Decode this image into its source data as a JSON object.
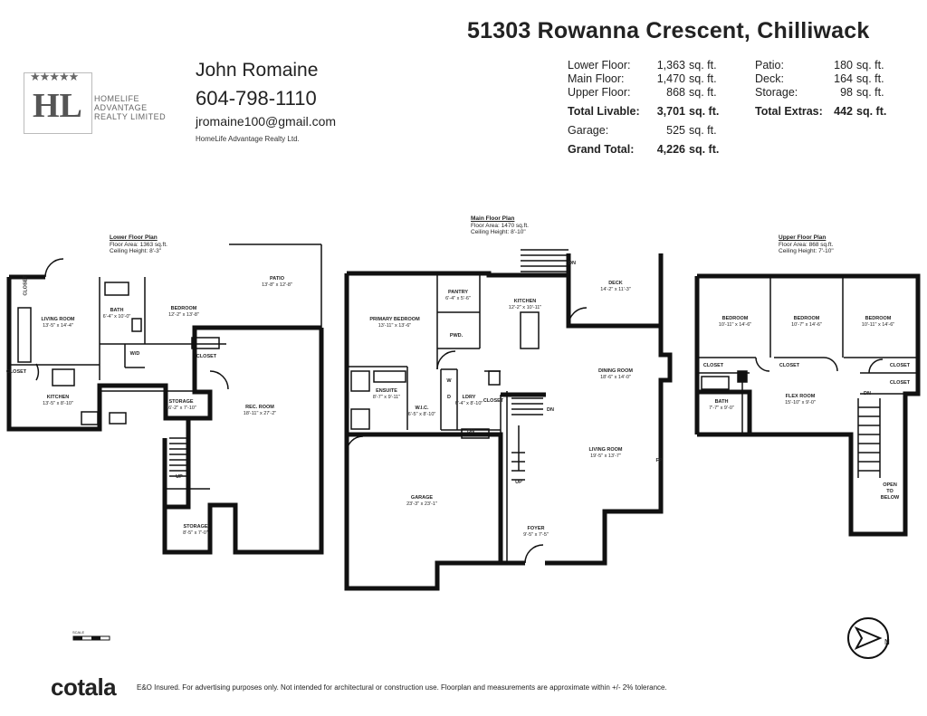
{
  "address": "51303 Rowanna Crescent, Chilliwack",
  "agent": {
    "name": "John Romaine",
    "phone": "604-798-1110",
    "email": "jromaine100@gmail.com",
    "company": "HomeLife Advantage Realty Ltd."
  },
  "logo": {
    "initials": "HL",
    "stars": "★★★★★",
    "line1": "HOMELIFE",
    "line2": "ADVANTAGE",
    "line3": "REALTY LIMITED"
  },
  "areas": {
    "lower": {
      "label": "Lower Floor:",
      "value": "1,363",
      "unit": "sq. ft."
    },
    "main": {
      "label": "Main Floor:",
      "value": "1,470",
      "unit": "sq. ft."
    },
    "upper": {
      "label": "Upper Floor:",
      "value": "868",
      "unit": "sq. ft."
    },
    "total_livable": {
      "label": "Total Livable:",
      "value": "3,701",
      "unit": "sq. ft."
    },
    "garage": {
      "label": "Garage:",
      "value": "525",
      "unit": "sq. ft."
    },
    "grand_total": {
      "label": "Grand Total:",
      "value": "4,226",
      "unit": "sq. ft."
    },
    "patio": {
      "label": "Patio:",
      "value": "180",
      "unit": "sq. ft."
    },
    "deck": {
      "label": "Deck:",
      "value": "164",
      "unit": "sq. ft."
    },
    "storage": {
      "label": "Storage:",
      "value": "98",
      "unit": "sq. ft."
    },
    "total_extras": {
      "label": "Total Extras:",
      "value": "442",
      "unit": "sq. ft."
    }
  },
  "plans": {
    "lower": {
      "heading": "Lower Floor Plan",
      "area": "Floor Area: 1363 sq.ft.",
      "ceiling": "Ceiling Height: 8'-3\""
    },
    "main": {
      "heading": "Main Floor Plan",
      "area": "Floor Area: 1470 sq.ft.",
      "ceiling": "Ceiling Height: 8'-10\""
    },
    "upper": {
      "heading": "Upper Floor Plan",
      "area": "Floor Area: 868 sq.ft.",
      "ceiling": "Ceiling Height: 7'-10\""
    }
  },
  "rooms": {
    "lower": [
      {
        "name": "CLOSET",
        "dim": ""
      },
      {
        "name": "LIVING ROOM",
        "dim": "13'-5\" x 14'-4\""
      },
      {
        "name": "CLOSET",
        "dim": ""
      },
      {
        "name": "KITCHEN",
        "dim": "13'-5\" x 8'-10\""
      },
      {
        "name": "BATH",
        "dim": "6'-4\" x 10'-0\""
      },
      {
        "name": "W/D",
        "dim": ""
      },
      {
        "name": "BEDROOM",
        "dim": "12'-2\" x 13'-8\""
      },
      {
        "name": "CLOSET",
        "dim": ""
      },
      {
        "name": "STORAGE",
        "dim": "16'-2\" x 7'-10\""
      },
      {
        "name": "PATIO",
        "dim": "13'-8\" x 12'-8\""
      },
      {
        "name": "REC. ROOM",
        "dim": "18'-11\" x 27'-2\""
      },
      {
        "name": "STORAGE",
        "dim": "8'-5\" x 7'-0\""
      },
      {
        "name": "UP",
        "dim": ""
      }
    ],
    "main": [
      {
        "name": "PRIMARY BEDROOM",
        "dim": "13'-11\" x 13'-6\""
      },
      {
        "name": "PANTRY",
        "dim": "6'-4\" x 5'-6\""
      },
      {
        "name": "KITCHEN",
        "dim": "12'-2\" x 10'-11\""
      },
      {
        "name": "DECK",
        "dim": "14'-2\" x 11'-3\""
      },
      {
        "name": "PWD.",
        "dim": ""
      },
      {
        "name": "DINING ROOM",
        "dim": "18'-6\" x 14'-0\""
      },
      {
        "name": "ENSUITE",
        "dim": "8'-7\" x 9'-11\""
      },
      {
        "name": "W.I.C.",
        "dim": "6'-5\" x 8'-10\""
      },
      {
        "name": "LDRY",
        "dim": "6'-4\" x 8'-10\""
      },
      {
        "name": "CLOSET",
        "dim": ""
      },
      {
        "name": "LIVING ROOM",
        "dim": "19'-5\" x 13'-7\""
      },
      {
        "name": "GARAGE",
        "dim": "23'-3\" x 23'-1\""
      },
      {
        "name": "FOYER",
        "dim": "9'-5\" x 7'-5\""
      },
      {
        "name": "W",
        "dim": ""
      },
      {
        "name": "D",
        "dim": ""
      },
      {
        "name": "DN",
        "dim": ""
      },
      {
        "name": "DN",
        "dim": ""
      },
      {
        "name": "DN",
        "dim": ""
      },
      {
        "name": "UP",
        "dim": ""
      },
      {
        "name": "FP",
        "dim": ""
      }
    ],
    "upper": [
      {
        "name": "BEDROOM",
        "dim": "10'-11\" x 14'-6\""
      },
      {
        "name": "BEDROOM",
        "dim": "10'-7\" x 14'-6\""
      },
      {
        "name": "BEDROOM",
        "dim": "10'-11\" x 14'-6\""
      },
      {
        "name": "CLOSET",
        "dim": ""
      },
      {
        "name": "CLOSET",
        "dim": ""
      },
      {
        "name": "CLOSET",
        "dim": ""
      },
      {
        "name": "CLOSET",
        "dim": ""
      },
      {
        "name": "BATH",
        "dim": "7'-7\" x 9'-0\""
      },
      {
        "name": "FLEX ROOM",
        "dim": "15'-10\" x 9'-0\""
      },
      {
        "name": "OPEN TO BELOW",
        "dim": ""
      },
      {
        "name": "DN",
        "dim": ""
      }
    ]
  },
  "scale_label": "SCALE",
  "compass_label": "N",
  "footer": {
    "brand": "cotala",
    "disclaimer": "E&O Insured. For advertising purposes only. Not intended for architectural or construction use. Floorplan and measurements are approximate within +/- 2% tolerance."
  }
}
